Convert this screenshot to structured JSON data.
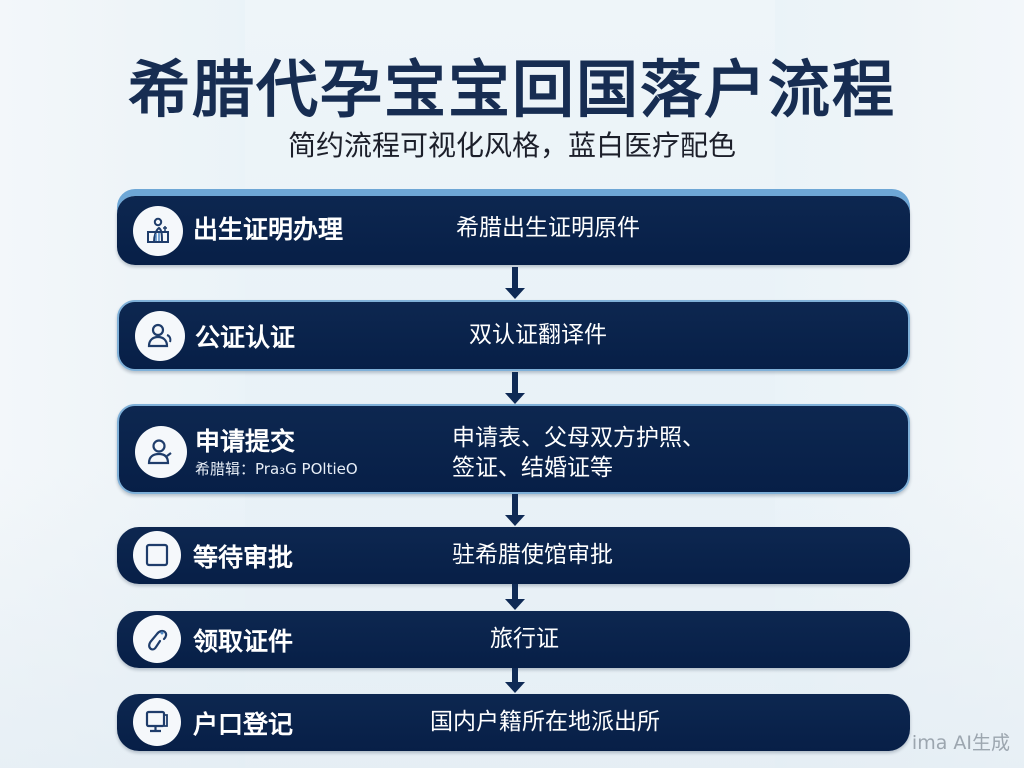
{
  "header": {
    "title": "希腊代孕宝宝回国落户流程",
    "subtitle": "简约流程可视化风格，蓝白医疗配色"
  },
  "colors": {
    "box_fill": "#0a234b",
    "title_text": "#172d52",
    "box_border": "#7fb0d8",
    "arrow": "#0f2a55",
    "icon_bg": "#f5f8fb"
  },
  "steps": [
    {
      "icon": "birth-certificate-icon",
      "title": "出生证明办理",
      "detail": "希腊出生证明原件"
    },
    {
      "icon": "user-certify-icon",
      "title": "公证认证",
      "detail": "双认证翻译件"
    },
    {
      "icon": "user-submit-icon",
      "title": "申请提交",
      "subtext": "希腊辑：Pra₃G POltieO",
      "detail_lines": [
        "申请表、父母双方护照、",
        "签证、结婚证等"
      ]
    },
    {
      "icon": "square-icon",
      "title": "等待审批",
      "detail": "驻希腊使馆审批"
    },
    {
      "icon": "link-icon",
      "title": "领取证件",
      "detail": "旅行证"
    },
    {
      "icon": "monitor-icon",
      "title": "户口登记",
      "detail": "国内户籍所在地派出所"
    }
  ],
  "watermark": "ima AI生成"
}
